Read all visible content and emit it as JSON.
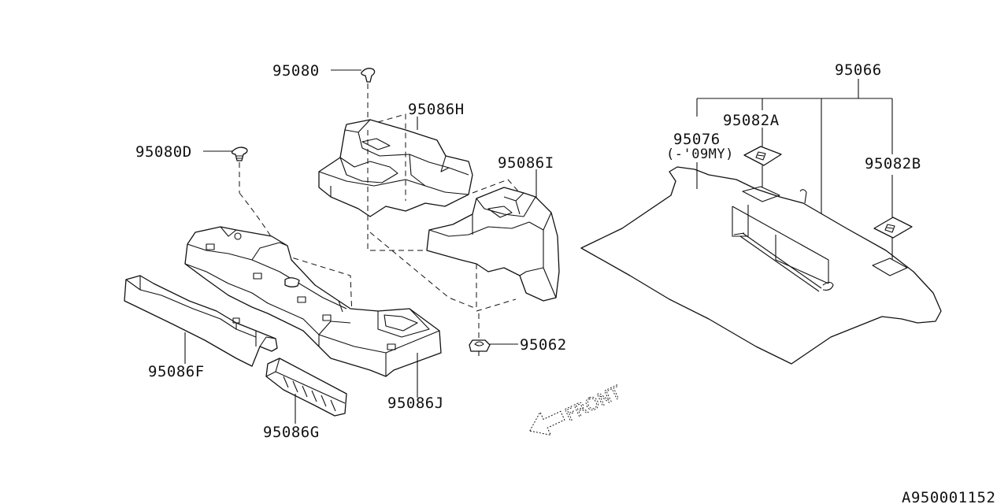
{
  "diagram": {
    "reference_id": "A950001152",
    "front_indicator": "FRONT",
    "callouts": {
      "p95080": "95080",
      "p95080D": "95080D",
      "p95086H": "95086H",
      "p95086I": "95086I",
      "p95086F": "95086F",
      "p95086G": "95086G",
      "p95086J": "95086J",
      "p95062": "95062",
      "p95066": "95066",
      "p95082A": "95082A",
      "p95082B": "95082B",
      "p95076": "95076",
      "p95076_note": "(-'09MY)"
    }
  }
}
